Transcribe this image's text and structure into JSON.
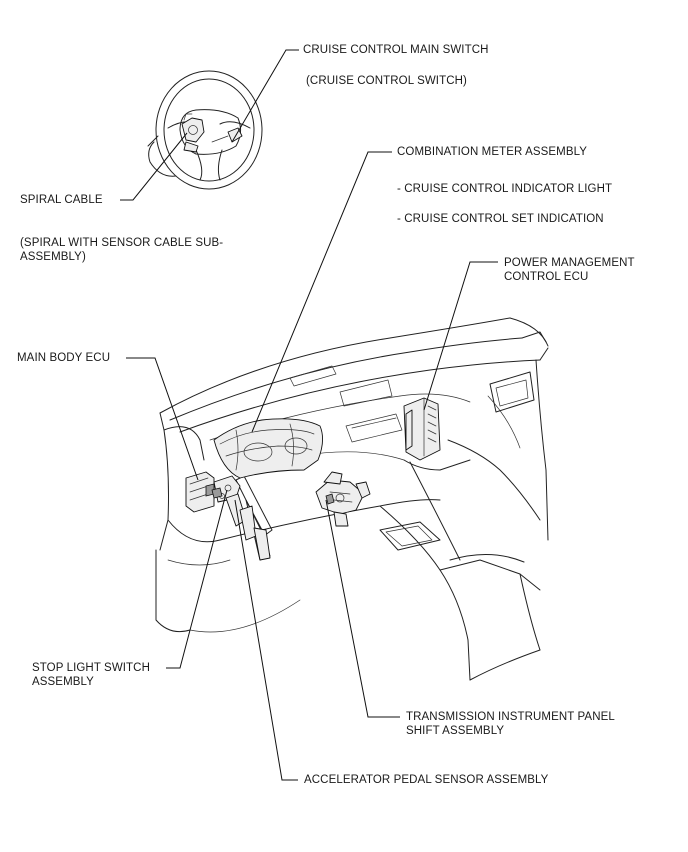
{
  "labels": {
    "cruise_main_switch": "CRUISE CONTROL MAIN SWITCH",
    "cruise_control_switch": "(CRUISE CONTROL SWITCH)",
    "spiral_cable": "SPIRAL CABLE",
    "spiral_sub_line1": "(SPIRAL WITH SENSOR CABLE SUB-",
    "spiral_sub_line2": "ASSEMBLY)",
    "combination_meter": "COMBINATION METER ASSEMBLY",
    "indicator_light": "- CRUISE CONTROL INDICATOR LIGHT",
    "set_indication": "- CRUISE CONTROL SET INDICATION",
    "pm_ecu_line1": "POWER MANAGEMENT",
    "pm_ecu_line2": "CONTROL ECU",
    "main_body_ecu": "MAIN BODY ECU",
    "stop_light_line1": "STOP LIGHT SWITCH",
    "stop_light_line2": "ASSEMBLY",
    "transmission_line1": "TRANSMISSION INSTRUMENT PANEL",
    "transmission_line2": "SHIFT ASSEMBLY",
    "accelerator_pedal": "ACCELERATOR PEDAL SENSOR ASSEMBLY"
  }
}
